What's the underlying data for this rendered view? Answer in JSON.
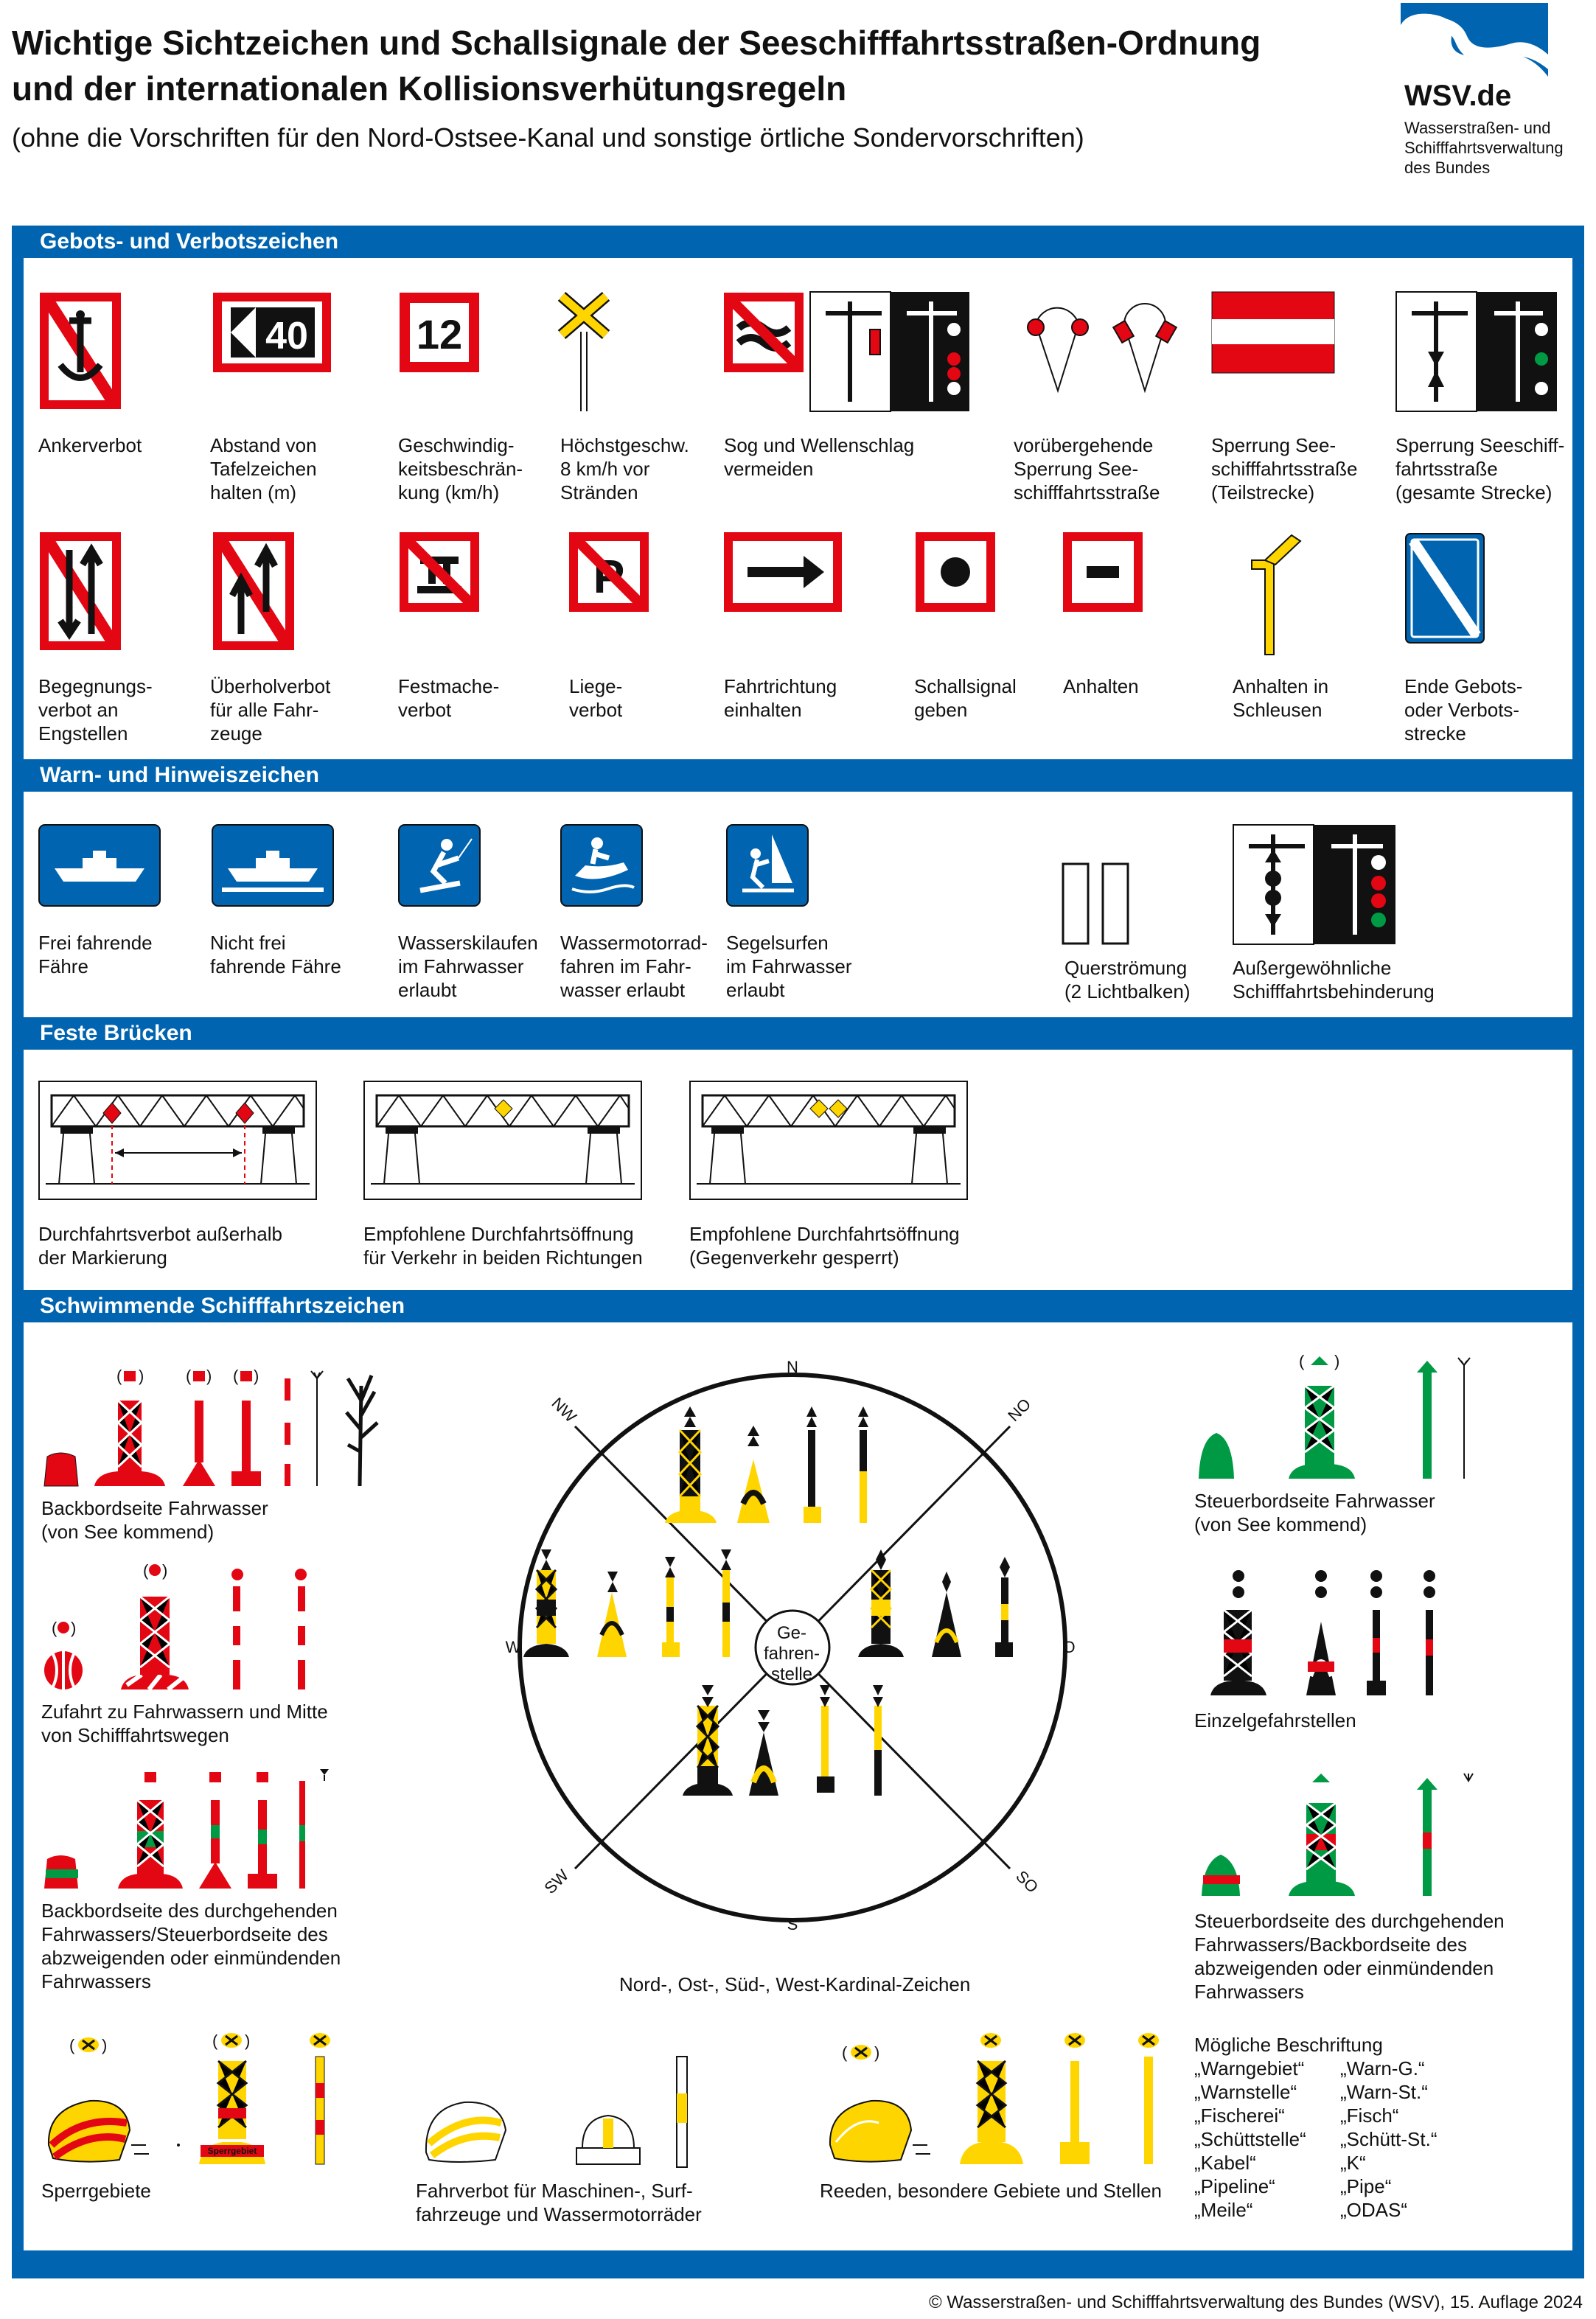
{
  "header": {
    "title_line1": "Wichtige Sichtzeichen und Schallsignale der Seeschifffahrtsstraßen-Ordnung",
    "title_line2": "und der internationalen Kollisionsverhütungsregeln",
    "subtitle": "(ohne die Vorschriften für den Nord-Ostsee-Kanal und sonstige örtliche Sondervorschriften)",
    "logo_brand": "WSV.de",
    "logo_line1": "Wasserstraßen- und",
    "logo_line2": "Schifffahrtsverwaltung",
    "logo_line3": "des Bundes"
  },
  "colors": {
    "blue": "#0064b0",
    "red": "#e30613",
    "green": "#009a44",
    "yellow": "#ffd500",
    "black": "#111111"
  },
  "sections": {
    "gebote": "Gebots- und Verbotszeichen",
    "warn": "Warn- und Hinweiszeichen",
    "bruecken": "Feste Brücken",
    "schwimmend": "Schwimmende Schifffahrtszeichen"
  },
  "signs": {
    "s40": "40",
    "s12": "12",
    "row1": [
      [
        "Ankerverbot"
      ],
      [
        "Abstand von",
        "Tafelzeichen",
        "halten (m)"
      ],
      [
        "Geschwindig-",
        "keitsbeschrän-",
        "kung (km/h)"
      ],
      [
        "Höchstgeschw.",
        "8 km/h vor",
        "Stränden"
      ],
      [
        "Sog und Wellenschlag",
        "vermeiden"
      ],
      [
        "vorübergehende",
        "Sperrung See-",
        "schifffahrtsstraße"
      ],
      [
        "Sperrung See-",
        "schifffahrtsstraße",
        "(Teilstrecke)"
      ],
      [
        "Sperrung Seeschiff-",
        "fahrtsstraße",
        "(gesamte Strecke)"
      ]
    ],
    "row2": [
      [
        "Begegnungs-",
        "verbot an",
        "Engstellen"
      ],
      [
        "Überholverbot",
        "für alle Fahr-",
        "zeuge"
      ],
      [
        "Festmache-",
        "verbot"
      ],
      [
        "Liege-",
        "verbot"
      ],
      [
        "Fahrtrichtung",
        "einhalten"
      ],
      [
        "Schallsignal",
        "geben"
      ],
      [
        "Anhalten"
      ],
      [
        "Anhalten in",
        "Schleusen"
      ],
      [
        "Ende Gebots-",
        "oder Verbots-",
        "strecke"
      ]
    ],
    "warn_row": [
      [
        "Frei fahrende",
        "Fähre"
      ],
      [
        "Nicht frei",
        "fahrende Fähre"
      ],
      [
        "Wasserskilaufen",
        "im Fahrwasser",
        "erlaubt"
      ],
      [
        "Wassermotorrad-",
        "fahren im Fahr-",
        "wasser erlaubt"
      ],
      [
        "Segelsurfen",
        "im Fahrwasser",
        "erlaubt"
      ],
      [
        "Querströmung",
        "(2 Lichtbalken)"
      ],
      [
        "Außergewöhnliche",
        "Schifffahrtsbehinderung"
      ]
    ],
    "liege_letter": "P"
  },
  "bridges": [
    [
      "Durchfahrtsverbot außerhalb",
      "der Markierung"
    ],
    [
      "Empfohlene Durchfahrtsöffnung",
      "für Verkehr in beiden Richtungen"
    ],
    [
      "Empfohlene Durchfahrtsöffnung",
      "(Gegenverkehr gesperrt)"
    ]
  ],
  "floating": {
    "backbord": [
      "Backbordseite Fahrwasser",
      "(von See kommend)"
    ],
    "zufahrt": [
      "Zufahrt zu Fahrwassern und Mitte",
      "von Schifffahrtswegen"
    ],
    "backbord_durch": [
      "Backbordseite des durchgehenden",
      "Fahrwassers/Steuerbordseite des",
      "abzweigenden oder einmündenden",
      "Fahrwassers"
    ],
    "steuerbord": [
      "Steuerbordseite Fahrwasser",
      "(von See kommend)"
    ],
    "einzel": [
      "Einzelgefahrstellen"
    ],
    "steuerbord_durch": [
      "Steuerbordseite des durchgehenden",
      "Fahrwassers/Backbordseite des",
      "abzweigenden oder einmündenden",
      "Fahrwassers"
    ],
    "kardinal": "Nord-, Ost-, Süd-, West-Kardinal-Zeichen",
    "gefahrenstelle": [
      "Ge-",
      "fahren-",
      "stelle"
    ],
    "compass": {
      "N": "N",
      "S": "S",
      "W": "W",
      "O": "O",
      "NW": "NW",
      "NO": "NO",
      "SW": "SW",
      "SO": "SO"
    },
    "sperrgebiete": "Sperrgebiete",
    "sperrgebiet_label": "Sperrgebiet",
    "fahrverbot": [
      "Fahrverbot für Maschinen-, Surf-",
      "fahrzeuge und Wassermotorräder"
    ],
    "reeden": "Reeden, besondere Gebiete und Stellen",
    "beschriftung_title": "Mögliche Beschriftung",
    "beschriftung_left": [
      "„Warngebiet“",
      "„Warnstelle“",
      "„Fischerei“",
      "„Schüttstelle“",
      "„Kabel“",
      "„Pipeline“",
      "„Meile“"
    ],
    "beschriftung_right": [
      "„Warn-G.“",
      "„Warn-St.“",
      "„Fisch“",
      "„Schütt-St.“",
      "„K“",
      "„Pipe“",
      "„ODAS“"
    ]
  },
  "footer": "© Wasserstraßen- und Schifffahrtsverwaltung des Bundes (WSV), 15. Auflage 2024"
}
